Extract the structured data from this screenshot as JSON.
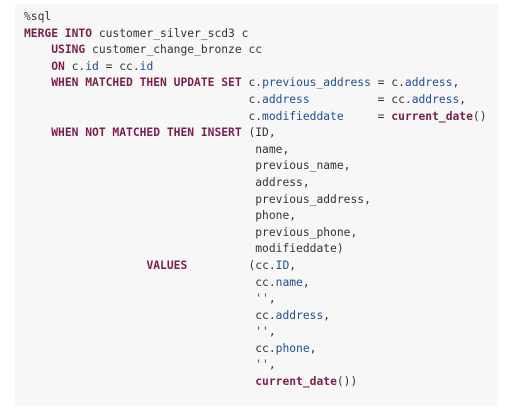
{
  "colors": {
    "background": "#ffffff",
    "cell_background": "#f7f7f7",
    "text": "#333333",
    "keyword": "#7a1f4d",
    "property": "#1f4e8c"
  },
  "code": {
    "lines": [
      [
        {
          "t": "%sql",
          "c": ""
        }
      ],
      [
        {
          "t": "MERGE INTO",
          "c": "kw"
        },
        {
          "t": " customer_silver_scd3 c",
          "c": ""
        }
      ],
      [
        {
          "t": "    ",
          "c": ""
        },
        {
          "t": "USING",
          "c": "kw"
        },
        {
          "t": " customer_change_bronze cc",
          "c": ""
        }
      ],
      [
        {
          "t": "    ",
          "c": ""
        },
        {
          "t": "ON",
          "c": "kw"
        },
        {
          "t": " c.",
          "c": ""
        },
        {
          "t": "id",
          "c": "prop"
        },
        {
          "t": " = cc.",
          "c": ""
        },
        {
          "t": "id",
          "c": "prop"
        }
      ],
      [
        {
          "t": "    ",
          "c": ""
        },
        {
          "t": "WHEN MATCHED THEN UPDATE SET",
          "c": "kw"
        },
        {
          "t": " c.",
          "c": ""
        },
        {
          "t": "previous_address",
          "c": "prop"
        },
        {
          "t": " = c.",
          "c": ""
        },
        {
          "t": "address",
          "c": "prop"
        },
        {
          "t": ",",
          "c": ""
        }
      ],
      [
        {
          "t": "                                 c.",
          "c": ""
        },
        {
          "t": "address",
          "c": "prop"
        },
        {
          "t": "          = cc.",
          "c": ""
        },
        {
          "t": "address",
          "c": "prop"
        },
        {
          "t": ",",
          "c": ""
        }
      ],
      [
        {
          "t": "                                 c.",
          "c": ""
        },
        {
          "t": "modifieddate",
          "c": "prop"
        },
        {
          "t": "     = ",
          "c": ""
        },
        {
          "t": "current_date",
          "c": "fn"
        },
        {
          "t": "()",
          "c": ""
        }
      ],
      [
        {
          "t": "    ",
          "c": ""
        },
        {
          "t": "WHEN NOT MATCHED THEN INSERT",
          "c": "kw"
        },
        {
          "t": " (ID,",
          "c": ""
        }
      ],
      [
        {
          "t": "                                  name,",
          "c": ""
        }
      ],
      [
        {
          "t": "                                  previous_name,",
          "c": ""
        }
      ],
      [
        {
          "t": "                                  address,",
          "c": ""
        }
      ],
      [
        {
          "t": "                                  previous_address,",
          "c": ""
        }
      ],
      [
        {
          "t": "                                  phone,",
          "c": ""
        }
      ],
      [
        {
          "t": "                                  previous_phone,",
          "c": ""
        }
      ],
      [
        {
          "t": "                                  modifieddate)",
          "c": ""
        }
      ],
      [
        {
          "t": "                  ",
          "c": ""
        },
        {
          "t": "VALUES",
          "c": "kw"
        },
        {
          "t": "         (cc.",
          "c": ""
        },
        {
          "t": "ID",
          "c": "prop"
        },
        {
          "t": ",",
          "c": ""
        }
      ],
      [
        {
          "t": "                                  cc.",
          "c": ""
        },
        {
          "t": "name",
          "c": "prop"
        },
        {
          "t": ",",
          "c": ""
        }
      ],
      [
        {
          "t": "                                  ",
          "c": ""
        },
        {
          "t": "''",
          "c": "str"
        },
        {
          "t": ",",
          "c": ""
        }
      ],
      [
        {
          "t": "                                  cc.",
          "c": ""
        },
        {
          "t": "address",
          "c": "prop"
        },
        {
          "t": ",",
          "c": ""
        }
      ],
      [
        {
          "t": "                                  ",
          "c": ""
        },
        {
          "t": "''",
          "c": "str"
        },
        {
          "t": ",",
          "c": ""
        }
      ],
      [
        {
          "t": "                                  cc.",
          "c": ""
        },
        {
          "t": "phone",
          "c": "prop"
        },
        {
          "t": ",",
          "c": ""
        }
      ],
      [
        {
          "t": "                                  ",
          "c": ""
        },
        {
          "t": "''",
          "c": "str"
        },
        {
          "t": ",",
          "c": ""
        }
      ],
      [
        {
          "t": "                                  ",
          "c": ""
        },
        {
          "t": "current_date",
          "c": "fn"
        },
        {
          "t": "())",
          "c": ""
        }
      ]
    ]
  }
}
